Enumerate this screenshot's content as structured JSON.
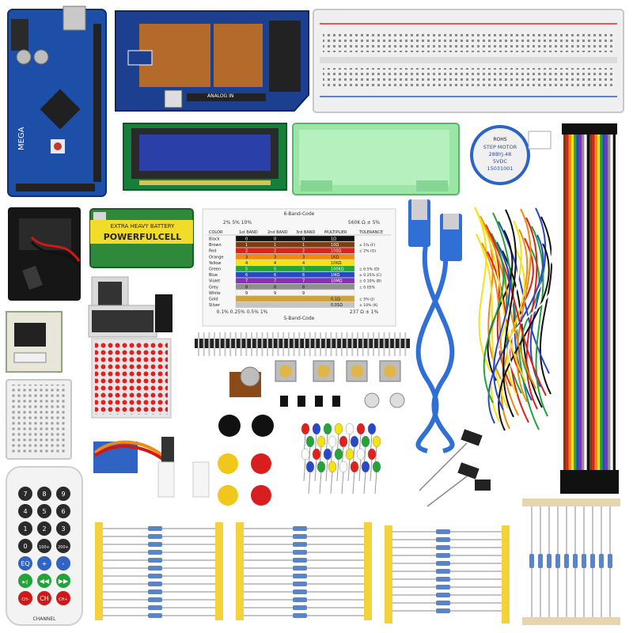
{
  "mega_board": {
    "label": "MEGA"
  },
  "proto_shield": {
    "label": "ANALOG IN"
  },
  "battery": {
    "brand": "POWERFULCELL",
    "line2": "EXTRA HEAVY BATTERY"
  },
  "stepper": {
    "line1": "STEP MOTOR",
    "line2": "28BYJ-48",
    "line3": "5VDC",
    "line4": "15031001",
    "brand": "ROHS"
  },
  "color_chart": {
    "title": "6-Band-Code",
    "bottom_title": "5-Band-Code",
    "tolerance_top": "560K Ω ± 5%",
    "tolerance_bottom": "237 Ω ± 1%",
    "percent_top": "2% 5% 10%",
    "percent_bottom": "0.1% 0.25% 0.5% 1%",
    "headers": [
      "COLOR",
      "1st BAND",
      "2nd BAND",
      "3rd BAND",
      "MULTIPLIER",
      "TOLERANCE"
    ],
    "rows": [
      {
        "name": "Black",
        "color": "#111111",
        "b1": "0",
        "b2": "0",
        "b3": "0",
        "mult": "1Ω",
        "tol": ""
      },
      {
        "name": "Brown",
        "color": "#7a3e12",
        "b1": "1",
        "b2": "1",
        "b3": "1",
        "mult": "10Ω",
        "tol": "± 1% (F)"
      },
      {
        "name": "Red",
        "color": "#e0201c",
        "b1": "2",
        "b2": "2",
        "b3": "2",
        "mult": "100Ω",
        "tol": "± 2% (G)"
      },
      {
        "name": "Orange",
        "color": "#f28a12",
        "b1": "3",
        "b2": "3",
        "b3": "3",
        "mult": "1KΩ",
        "tol": ""
      },
      {
        "name": "Yellow",
        "color": "#f5e214",
        "b1": "4",
        "b2": "4",
        "b3": "4",
        "mult": "10KΩ",
        "tol": ""
      },
      {
        "name": "Green",
        "color": "#23a33a",
        "b1": "5",
        "b2": "5",
        "b3": "5",
        "mult": "100KΩ",
        "tol": "± 0.5% (D)"
      },
      {
        "name": "Blue",
        "color": "#2649c9",
        "b1": "6",
        "b2": "6",
        "b3": "6",
        "mult": "1MΩ",
        "tol": "± 0.25% (C)"
      },
      {
        "name": "Violet",
        "color": "#8a2fb5",
        "b1": "7",
        "b2": "7",
        "b3": "7",
        "mult": "10MΩ",
        "tol": "± 0.10% (B)"
      },
      {
        "name": "Grey",
        "color": "#8f8f8f",
        "b1": "8",
        "b2": "8",
        "b3": "8",
        "mult": "",
        "tol": "± 0.05%"
      },
      {
        "name": "White",
        "color": "#f4f4f4",
        "b1": "9",
        "b2": "9",
        "b3": "9",
        "mult": "",
        "tol": ""
      },
      {
        "name": "Gold",
        "color": "#d0a33a",
        "b1": "",
        "b2": "",
        "b3": "",
        "mult": "0.1Ω",
        "tol": "± 5% (J)"
      },
      {
        "name": "Silver",
        "color": "#c4c4c4",
        "b1": "",
        "b2": "",
        "b3": "",
        "mult": "0.01Ω",
        "tol": "± 10% (K)"
      }
    ]
  },
  "remote": {
    "keys": [
      "7",
      "8",
      "9",
      "4",
      "5",
      "6",
      "1",
      "2",
      "3",
      "0",
      "100+",
      "200+",
      "EQ",
      "+",
      "-",
      "▶||",
      "◀◀",
      "▶▶",
      "CH-",
      "CH",
      "CH+"
    ],
    "label": "CHANNEL"
  },
  "colors": {
    "mega_pcb": "#1e4fa8",
    "breadboard": "#efefef",
    "lcd_pcb": "#16803a",
    "lcd_screen": "#2b3fa8",
    "green_box": "#9be6a6",
    "usb_cable": "#2f6fd6",
    "tape": "#f4d23c"
  }
}
